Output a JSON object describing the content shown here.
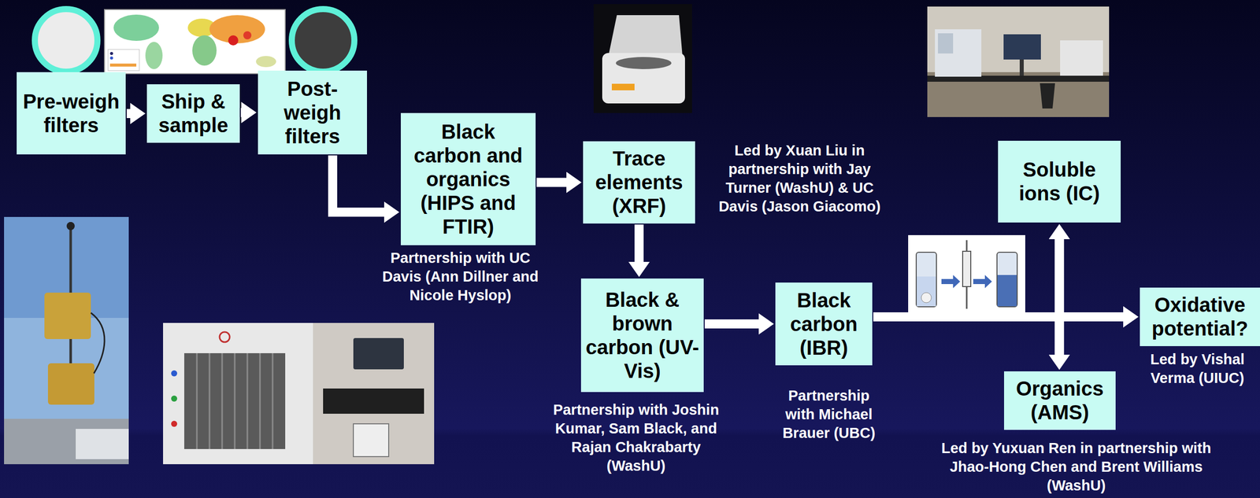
{
  "diagram": {
    "nodes": [
      {
        "text": [
          "Pre-weigh filters"
        ]
      },
      {
        "text": [
          "Ship & sample"
        ]
      },
      {
        "text": [
          "Post-weigh filters"
        ]
      },
      {
        "text": [
          "Black carbon and organics (HIPS and FTIR)"
        ]
      },
      {
        "text": [
          "Trace elements (XRF)"
        ]
      },
      {
        "text": [
          "Black & brown carbon (UV-Vis)"
        ]
      },
      {
        "text": [
          "Black carbon (IBR)"
        ]
      },
      {
        "text": [
          "Soluble ions (IC)"
        ]
      },
      {
        "text": [
          "Oxidative potential?"
        ]
      },
      {
        "text": [
          "Organics (AMS)"
        ]
      }
    ],
    "edges": [
      {
        "from": 0,
        "to": 1,
        "arrow": "to"
      },
      {
        "from": 1,
        "to": 2,
        "arrow": "to"
      },
      {
        "from": 2,
        "to": 3,
        "arrow": "to"
      },
      {
        "from": 3,
        "to": 4,
        "arrow": "to"
      },
      {
        "from": 4,
        "to": 5,
        "arrow": "to"
      },
      {
        "from": 5,
        "to": 6,
        "arrow": "to"
      },
      {
        "from": 6,
        "to": 7,
        "arrow": "to"
      },
      {
        "from": 6,
        "to": 9,
        "arrow": "to"
      },
      {
        "from": 7,
        "to": 8,
        "arrow": "to"
      },
      {
        "from": 9,
        "to": 8,
        "arrow": "to"
      }
    ],
    "labels": [
      "Partnership with UC Davis (Ann Dillner and Nicole Hyslop)",
      "Led by Xuan Liu in partnership with Jay Turner (WashU) & UC Davis (Jason Giacomo)",
      "Partnership with Joshin Kumar, Sam Black, and Rajan Chakrabarty (WashU)",
      "Partnership with Michael Brauer (UBC)",
      "Led by Vishal Verma (UIUC)",
      "Led by Yuxuan Ren in partnership with Jhao-Hong Chen and Brent Williams (WashU)"
    ]
  }
}
